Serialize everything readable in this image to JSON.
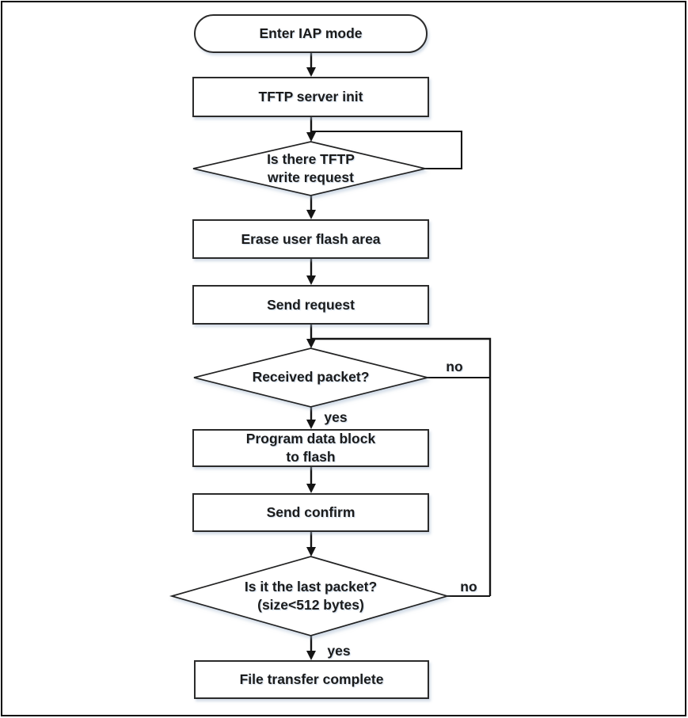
{
  "diagram": {
    "type": "flowchart",
    "colors": {
      "background": "#ffffff",
      "line": "#151515",
      "text": "#1b1b1b",
      "shape_fill": "#ffffff"
    },
    "nodes": {
      "start": {
        "shape": "stadium",
        "label": "Enter IAP mode"
      },
      "tftp_init": {
        "shape": "rect",
        "label": "TFTP server init"
      },
      "write_request": {
        "shape": "diamond",
        "line1": "Is there TFTP",
        "line2": "write request"
      },
      "erase_flash": {
        "shape": "rect",
        "label": "Erase user flash area"
      },
      "send_request": {
        "shape": "rect",
        "label": "Send request"
      },
      "received_packet": {
        "shape": "diamond",
        "label": "Received packet?"
      },
      "program_flash": {
        "shape": "rect",
        "line1": "Program data block",
        "line2": "to flash"
      },
      "send_confirm": {
        "shape": "rect",
        "label": "Send confirm"
      },
      "last_packet": {
        "shape": "diamond",
        "line1": "Is it the last packet?",
        "line2": "(size<512 bytes)"
      },
      "complete": {
        "shape": "rect",
        "label": "File transfer complete"
      }
    },
    "edge_labels": {
      "received_no": "no",
      "received_yes": "yes",
      "last_no": "no",
      "last_yes": "yes"
    }
  }
}
